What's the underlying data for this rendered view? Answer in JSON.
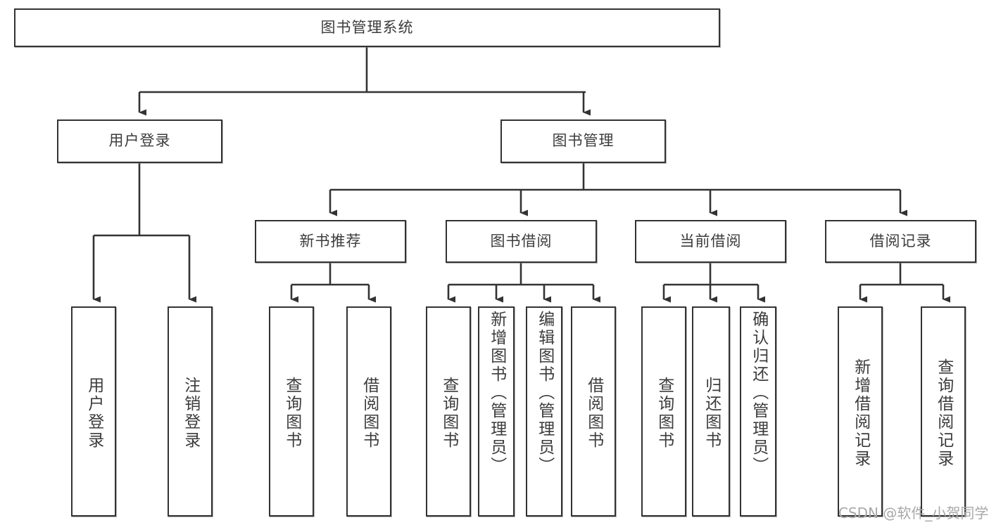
{
  "diagram": {
    "title": "图书管理系统",
    "type": "tree",
    "orientation": "top-down",
    "colors": {
      "box_border": "#333333",
      "box_fill": "#ffffff",
      "connector": "#333333",
      "text": "#3c3c3c",
      "watermark": "#a8a8a8",
      "background": "#ffffff"
    },
    "root": {
      "label": "图书管理系统"
    },
    "level2": [
      {
        "label": "用户登录"
      },
      {
        "label": "图书管理"
      }
    ],
    "level3": [
      {
        "label": "新书推荐"
      },
      {
        "label": "图书借阅"
      },
      {
        "label": "当前借阅"
      },
      {
        "label": "借阅记录"
      }
    ],
    "leaves": {
      "user_login": [
        {
          "label": "用户登录"
        },
        {
          "label": "注销登录"
        }
      ],
      "new_book_recommend": [
        {
          "label": "查询图书"
        },
        {
          "label": "借阅图书"
        }
      ],
      "book_borrow": [
        {
          "label": "查询图书"
        },
        {
          "label": "新增图书（管理员）"
        },
        {
          "label": "编辑图书（管理员）"
        },
        {
          "label": "借阅图书"
        }
      ],
      "current_borrow": [
        {
          "label": "查询图书"
        },
        {
          "label": "归还图书"
        },
        {
          "label": "确认归还（管理员）"
        }
      ],
      "borrow_record": [
        {
          "label": "新增借阅记录"
        },
        {
          "label": "查询借阅记录"
        }
      ]
    }
  },
  "watermark": {
    "text": "CSDN @软件_小贺同学"
  }
}
